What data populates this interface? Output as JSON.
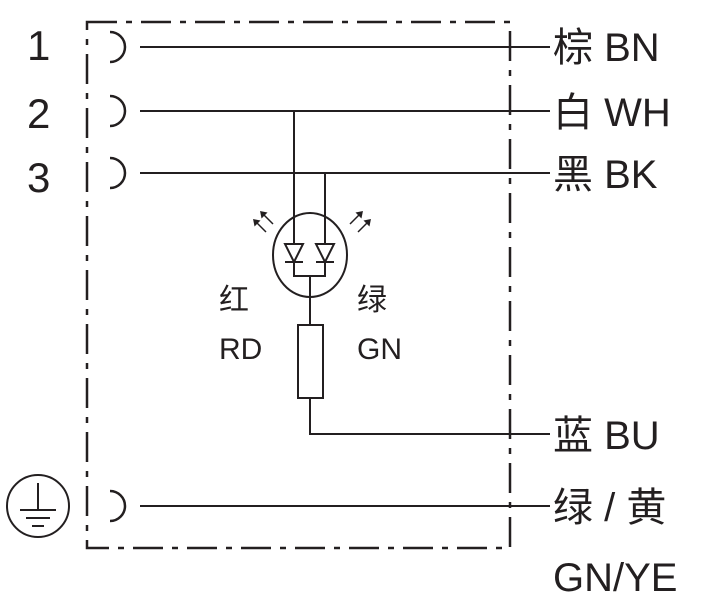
{
  "pins": [
    {
      "number": "1",
      "color_label": "棕 BN"
    },
    {
      "number": "2",
      "color_label": "白 WH"
    },
    {
      "number": "3",
      "color_label": "黑 BK"
    }
  ],
  "blue_label": "蓝 BU",
  "ground": {
    "label_line1": "绿 / 黄",
    "label_line2": "GN/YE"
  },
  "led": {
    "red_cn": "红",
    "red_en": "RD",
    "green_cn": "绿",
    "green_en": "GN"
  },
  "colors": {
    "ink": "#231f20",
    "background": "#ffffff"
  }
}
